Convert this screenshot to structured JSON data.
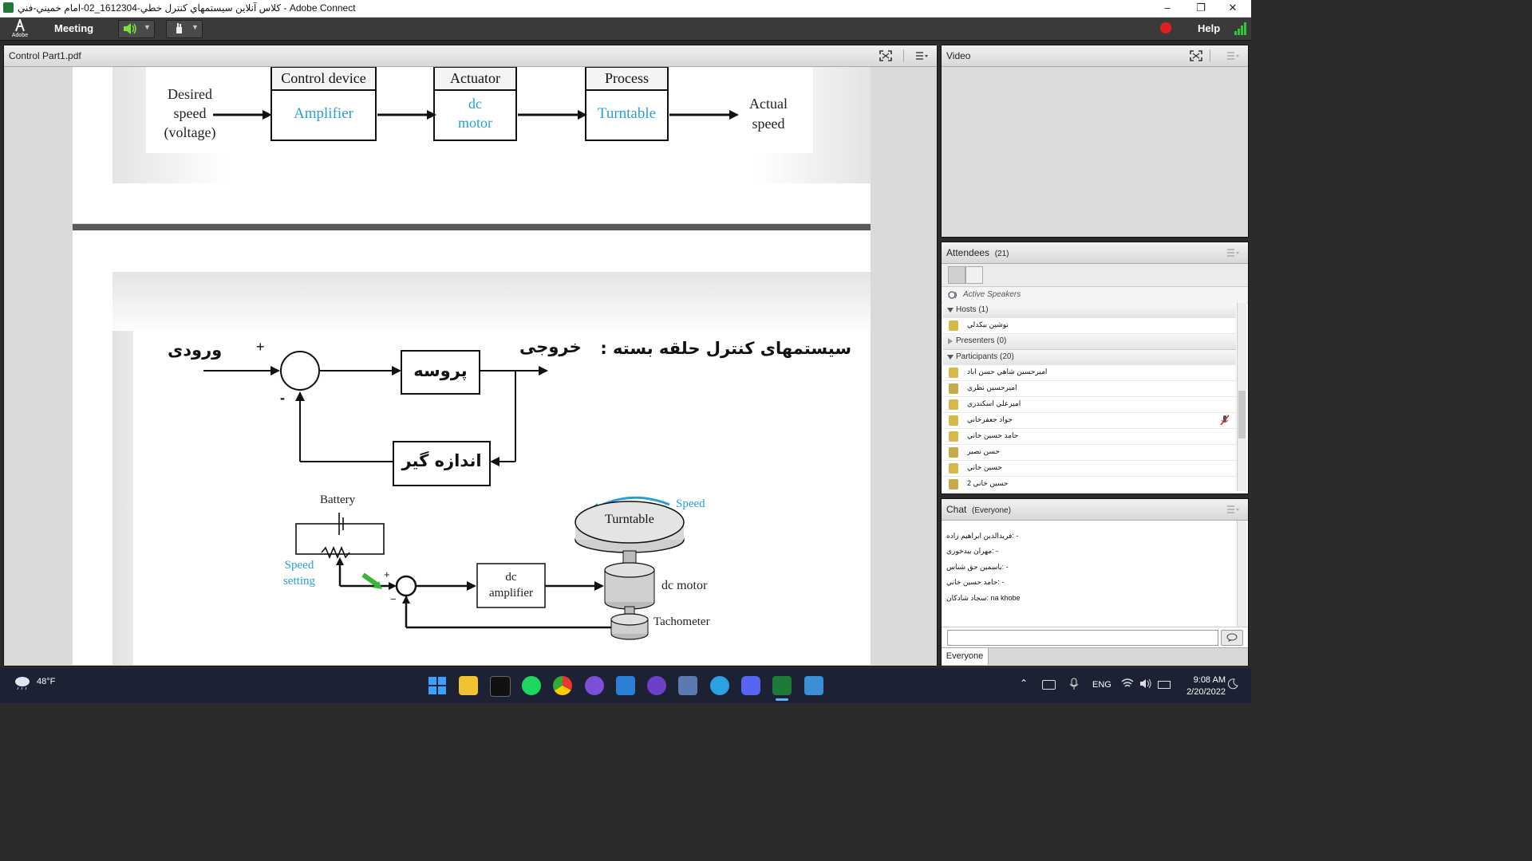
{
  "window": {
    "title": "کلاس آنلاین سیستمهاي کنترل خطي-1612304_02-امام خميني-فني - Adobe Connect",
    "min": "–",
    "max": "❐",
    "close": "✕"
  },
  "menubar": {
    "logo": "Adobe",
    "meeting": "Meeting",
    "help": "Help"
  },
  "share_pod": {
    "title": "Control Part1.pdf"
  },
  "slide1": {
    "desired": [
      "Desired",
      "speed",
      "(voltage)"
    ],
    "control_device": "Control device",
    "amplifier": "Amplifier",
    "actuator": "Actuator",
    "dc_motor": [
      "dc",
      "motor"
    ],
    "process": "Process",
    "turntable": "Turntable",
    "actual": [
      "Actual",
      "speed"
    ]
  },
  "slide2": {
    "heading": "سیستمهای کنترل حلقه بسته :",
    "input": "ورودی",
    "output": "خروجی",
    "plant": "پروسه",
    "sensor": "اندازه گیر",
    "plus": "+",
    "minus": "-",
    "battery": "Battery",
    "speed_setting": [
      "Speed",
      "setting"
    ],
    "dc_amplifier": [
      "dc",
      "amplifier"
    ],
    "turntable": "Turntable",
    "speed": "Speed",
    "dc_motor": "dc motor",
    "tachometer": "Tachometer",
    "sum_plus": "+",
    "sum_minus": "−"
  },
  "video_pod": {
    "title": "Video"
  },
  "attendees_pod": {
    "title": "Attendees",
    "count": "(21)",
    "active_speakers": "Active Speakers",
    "hosts": "Hosts (1)",
    "presenters": "Presenters (0)",
    "participants": "Participants (20)",
    "host_list": [
      "نوشين بيكدلي"
    ],
    "participant_list": [
      "اميرحسين شاهي حسن اباد",
      "اميرحسين نظري",
      "اميرعلي اسكندري",
      "جواد جعفرخاني",
      "حامد حسين خاني",
      "حسن نصير",
      "حسين خاني",
      "حسين خاني 2"
    ]
  },
  "chat_pod": {
    "title": "Chat",
    "scope": "(Everyone)",
    "messages": [
      "فريدالدين ابراهيم زاده: -",
      "مهران بيدخوري: -",
      "ياسمين حق شناس: -",
      "حامد حسين خاني: -",
      "سجاد شادكان: na khobe"
    ],
    "tab": "Everyone"
  },
  "taskbar": {
    "weather": "48°F",
    "lang": "ENG",
    "time": "9:08 AM",
    "date": "2/20/2022"
  },
  "colors": {
    "accent": "#2a9fd6",
    "record": "#e02020",
    "signal": "#35c435"
  }
}
